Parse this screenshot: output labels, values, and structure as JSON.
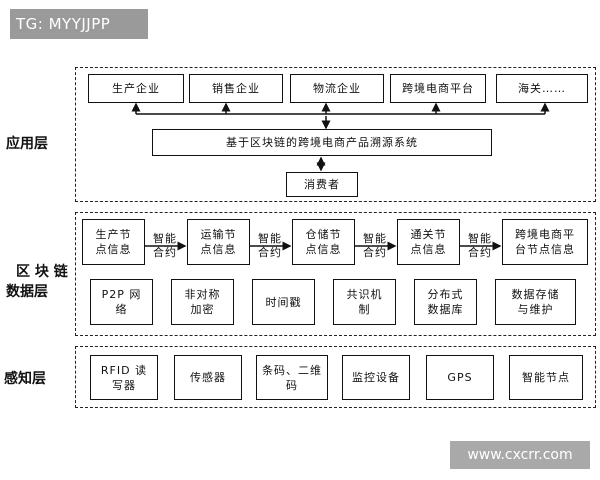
{
  "tag": "TG: MYYJJPP",
  "watermark": "www.cxcrr.com",
  "layers": {
    "application": "应用层",
    "blockchain_line1": "区 块 链",
    "blockchain_line2": "数据层",
    "perception": "感知层"
  },
  "application_layer": {
    "entities": [
      "生产企业",
      "销售企业",
      "物流企业",
      "跨境电商平台",
      "海关……"
    ],
    "system": "基于区块链的跨境电商产品溯源系统",
    "consumer": "消费者"
  },
  "blockchain_layer": {
    "nodes": [
      [
        "生产节",
        "点信息"
      ],
      [
        "运输节",
        "点信息"
      ],
      [
        "仓储节",
        "点信息"
      ],
      [
        "通关节",
        "点信息"
      ],
      [
        "跨境电商平",
        "台节点信息"
      ]
    ],
    "contract_label": [
      "智能",
      "合约"
    ],
    "techs": [
      [
        "P2P 网",
        "络"
      ],
      [
        "非对称",
        "加密"
      ],
      [
        "时间戳"
      ],
      [
        "共识机",
        "制"
      ],
      [
        "分布式",
        "数据库"
      ],
      [
        "数据存储",
        "与维护"
      ]
    ]
  },
  "perception_layer": {
    "devices": [
      [
        "RFID 读",
        "写器"
      ],
      [
        "传感器"
      ],
      [
        "条码、二维",
        "码"
      ],
      [
        "监控设备"
      ],
      [
        "GPS"
      ],
      [
        "智能节点"
      ]
    ]
  }
}
